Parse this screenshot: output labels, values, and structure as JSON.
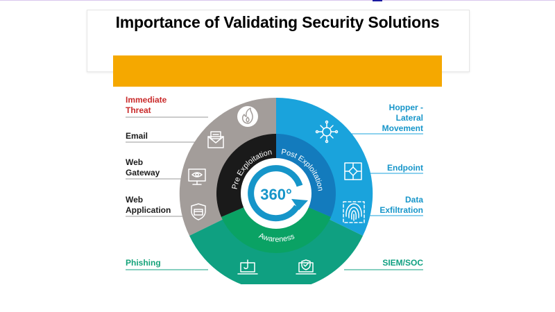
{
  "title": "Importance of Validating Security Solutions",
  "diagram": {
    "center": "360°",
    "ring_labels": {
      "pre": "Pre Exploitation",
      "post": "Post Exploitation",
      "awareness": "Awareness"
    },
    "left_labels": [
      "Immediate\nThreat",
      "Email",
      "Web\nGateway",
      "Web\nApplication",
      "Phishing"
    ],
    "right_labels": [
      "Hopper -\nLateral\nMovement",
      "Endpoint",
      "Data\nExfiltration",
      "SIEM/SOC"
    ],
    "icons": [
      "fire-icon",
      "email-icon",
      "web-gateway-icon",
      "web-application-shield-icon",
      "lateral-movement-icon",
      "endpoint-network-icon",
      "fingerprint-icon",
      "phishing-laptop-icon",
      "siem-laptop-shield-icon"
    ]
  },
  "colors": {
    "orange": "#f5a800",
    "gray": "#a39d9a",
    "black": "#1a1a1a",
    "blue": "#1aa3dc",
    "blue_dark": "#137bbd",
    "green_dark": "#0fa081",
    "green": "#0aa264",
    "red": "#c92a2a"
  }
}
